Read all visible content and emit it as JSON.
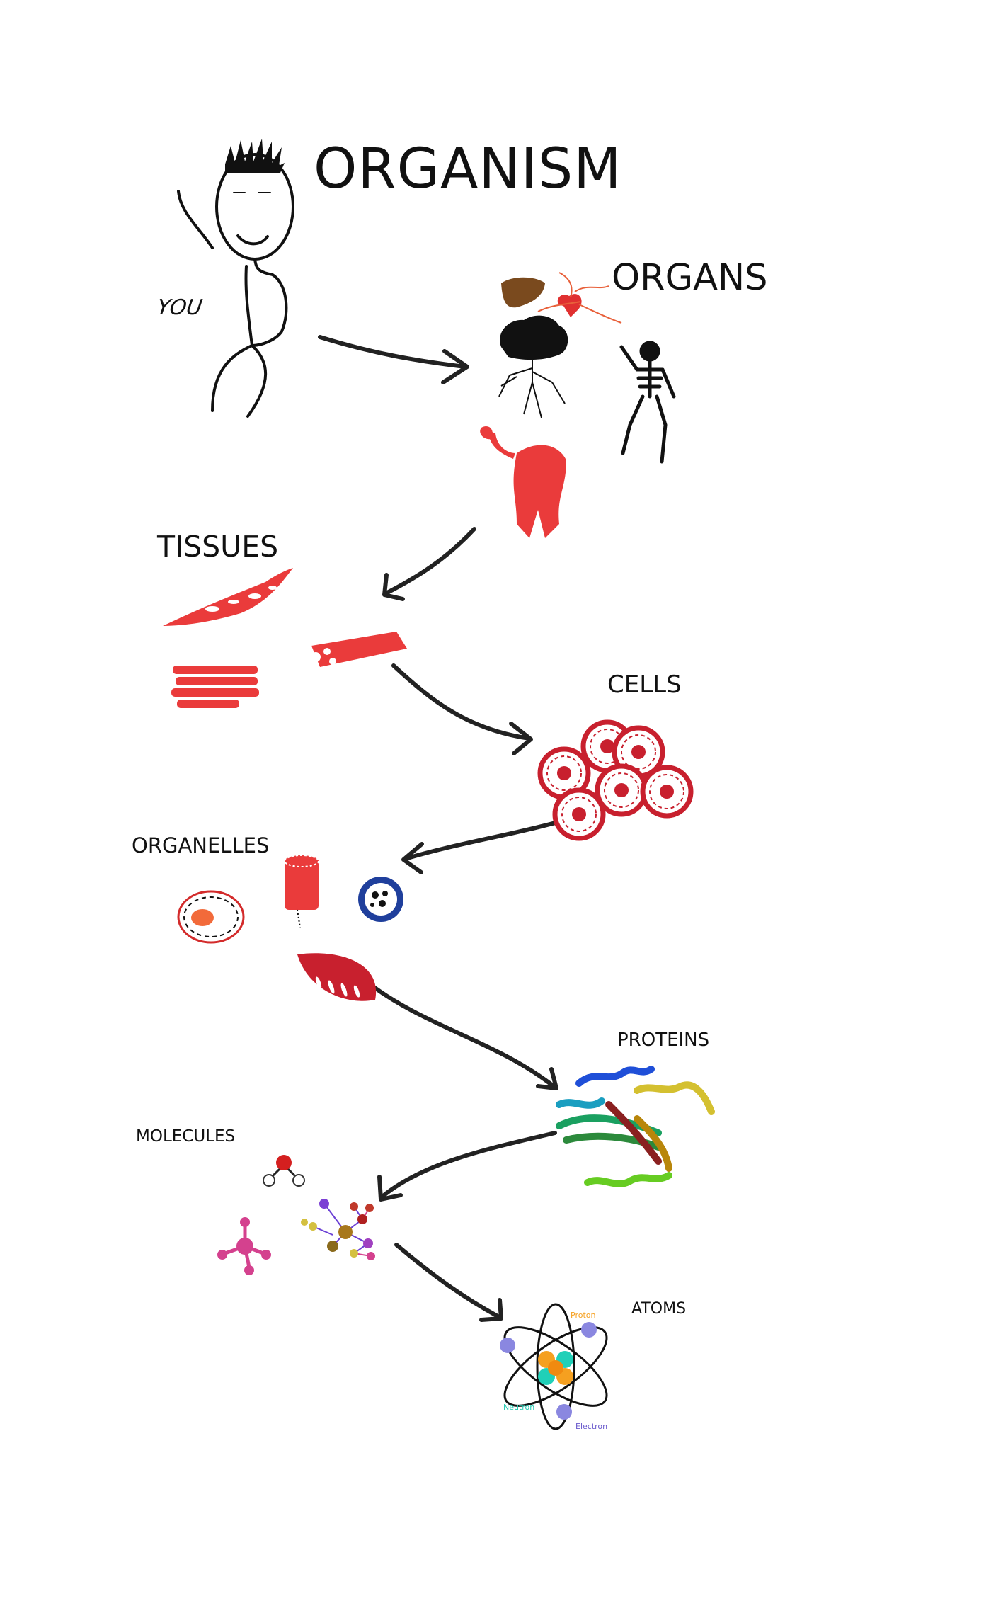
{
  "labels": {
    "organism": "ORGANISM",
    "you": "YOU",
    "organs": "ORGANS",
    "tissues": "TISSUES",
    "cells": "CELLS",
    "organelles": "ORGANELLES",
    "proteins": "PROTEINS",
    "molecules": "MOLECULES",
    "atoms": "ATOMS"
  },
  "atom_labels": {
    "proton": "Proton",
    "neutron": "Neutron",
    "electron": "Electron"
  },
  "icons": [
    "stick-figure-icon",
    "liver-icon",
    "heart-icon",
    "brain-icon",
    "skeleton-icon",
    "muscle-system-icon",
    "tissue-fiber-icon",
    "muscle-bundle-icon",
    "cylinder-tissue-icon",
    "cell-cluster-icon",
    "nucleus-icon",
    "ribosome-cylinder-icon",
    "vesicle-icon",
    "mitochondrion-icon",
    "protein-ribbon-icon",
    "water-molecule-icon",
    "tetra-molecule-icon",
    "network-molecule-icon",
    "atom-icon"
  ],
  "colors": {
    "ink": "#111111",
    "tissue_red": "#ea3b3b",
    "cell_red": "#c8202e",
    "organelle_blue": "#1f3f9c",
    "liver_brown": "#7a4a1e",
    "molecule_pink": "#d4418e",
    "electron_purple": "#8a87e0"
  }
}
